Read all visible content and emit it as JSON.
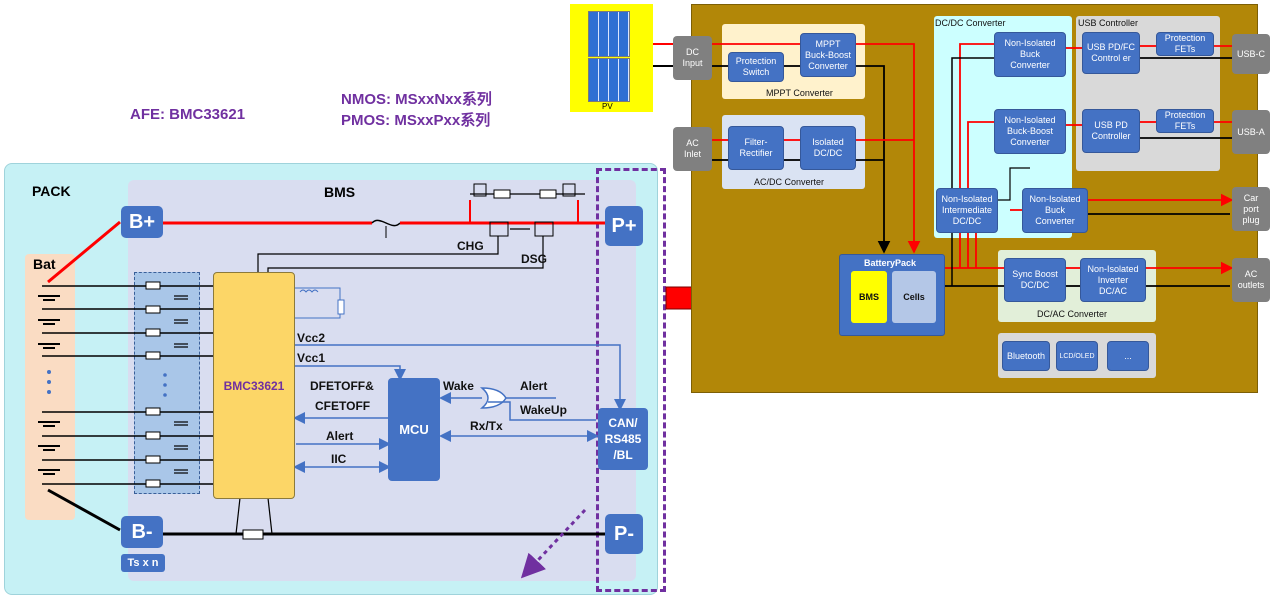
{
  "annotations": {
    "afe": "AFE:  BMC33621",
    "nmos": "NMOS: MSxxNxx系列",
    "pmos": "PMOS: MSxxPxx系列"
  },
  "pack": {
    "title": "PACK",
    "bat_label": "Bat",
    "bms_title": "BMS",
    "afe_chip": "BMC33621",
    "mcu": "MCU",
    "comm": "CAN/\nRS485\n/BL",
    "terminals": {
      "b_plus": "B+",
      "b_minus": "B-",
      "p_plus": "P+",
      "p_minus": "P-",
      "ts": "Ts x n"
    },
    "signals": {
      "chg": "CHG",
      "dsg": "DSG",
      "vcc2": "Vcc2",
      "vcc1": "Vcc1",
      "dfetoff": "DFETOFF&",
      "cfetoff": "CFETOFF",
      "alert_left": "Alert",
      "iic": "IIC",
      "wake": "Wake",
      "alert_right": "Alert",
      "wakeup": "WakeUp",
      "rxtx": "Rx/Tx"
    }
  },
  "system": {
    "pv": "PV",
    "dc_input": "DC\nInput",
    "protection_switch": "Protection\nSwitch",
    "mppt_converter": "MPPT\nBuck-Boost\nConverter",
    "mppt_group": "MPPT Converter",
    "ac_inlet": "AC\nInlet",
    "filter_rectifier": "Filter-\nRectifier",
    "isolated_dcdc": "Isolated\nDC/DC",
    "acdc_group": "AC/DC Converter",
    "dcdc_group": "DC/DC Converter",
    "usb_group": "USB Controller",
    "buck1": "Non-Isolated\nBuck\nConverter",
    "buckboost": "Non-Isolated\nBuck-Boost\nConverter",
    "intermediate": "Non-Isolated\nIntermediate\nDC/DC",
    "buck2": "Non-Isolated\nBuck\nConverter",
    "usb_pdfc": "USB PD/FC\nControl er",
    "usb_pd": "USB PD\nController",
    "prot_fets1": "Protection\nFETs",
    "prot_fets2": "Protection\nFETs",
    "usb_c": "USB-C",
    "usb_a": "USB-A",
    "car_port": "Car\nport\nplug",
    "ac_outlets": "AC\noutlets",
    "batterypack": "BatteryPack",
    "bms": "BMS",
    "cells": "Cells",
    "sync_boost": "Sync Boost\nDC/DC",
    "inverter": "Non-Isolated\nInverter\nDC/AC",
    "dcac_group": "DC/AC Converter",
    "bluetooth": "Bluetooth",
    "lcd": "LCD/OLED",
    "more": "..."
  },
  "colors": {
    "pack_bg": "#c6f1f5",
    "bms_bg": "#d9ddf0",
    "afe_fill": "#fcd667",
    "block_blue": "#4472c4",
    "power_red": "#ff0000",
    "brown_bg": "#b28708",
    "dashed_purple": "#7030a0"
  }
}
